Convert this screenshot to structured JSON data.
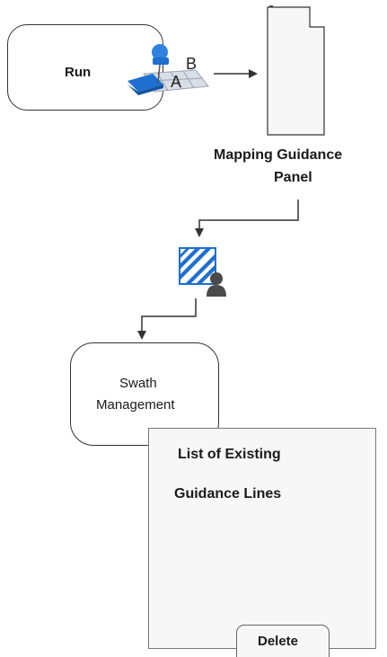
{
  "nodes": {
    "run": {
      "label": "Run"
    },
    "mapping_panel": {
      "label_line1": "Mapping Guidance",
      "label_line2": "Panel"
    },
    "swath_management": {
      "label_line1": "Swath",
      "label_line2": "Management"
    },
    "existing_lines_panel": {
      "label_line1": "List of Existing",
      "label_line2": "Guidance Lines",
      "delete_label": "Delete"
    }
  },
  "icons": {
    "ab_pin_icon": {
      "point_a": "A",
      "point_b": "B"
    },
    "swath_user_icon": "swath-management-icon"
  },
  "colors": {
    "icon_blue": "#1e6fd0",
    "icon_dark": "#3a3a3a",
    "line": "#333333"
  }
}
